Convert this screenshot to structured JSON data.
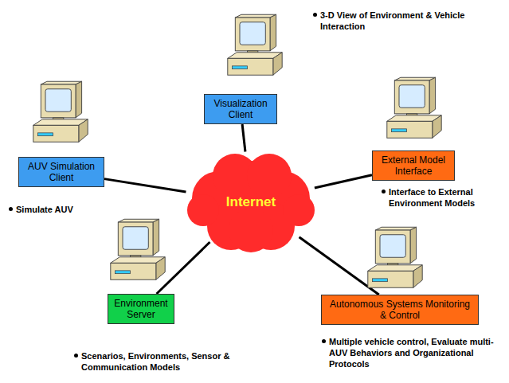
{
  "diagram": {
    "nodes": [
      {
        "text": [
          "Visualization Client"
        ]
      },
      {
        "text": [
          "AUV Simulation Client"
        ]
      },
      {
        "text": [
          "External Model Interface"
        ]
      },
      {
        "text": [
          "Internet"
        ]
      },
      {
        "text": [
          "Environment Server"
        ]
      },
      {
        "text": [
          "Autonomous Systems Monitoring & Control"
        ]
      }
    ],
    "edges": [
      {
        "from": 0,
        "to": 3,
        "arrow": "none"
      },
      {
        "from": 1,
        "to": 3,
        "arrow": "none"
      },
      {
        "from": 2,
        "to": 3,
        "arrow": "none"
      },
      {
        "from": 4,
        "to": 3,
        "arrow": "none"
      },
      {
        "from": 5,
        "to": 3,
        "arrow": "none"
      }
    ],
    "labels": [
      "3-D View of Environment & Vehicle Interaction",
      "Simulate AUV",
      "Interface to External Environment Models",
      "Scenarios, Environments, Sensor & Communication Models",
      "Multiple vehicle control, Evaluate multi-AUV Behaviors and Organizational Protocols"
    ]
  }
}
